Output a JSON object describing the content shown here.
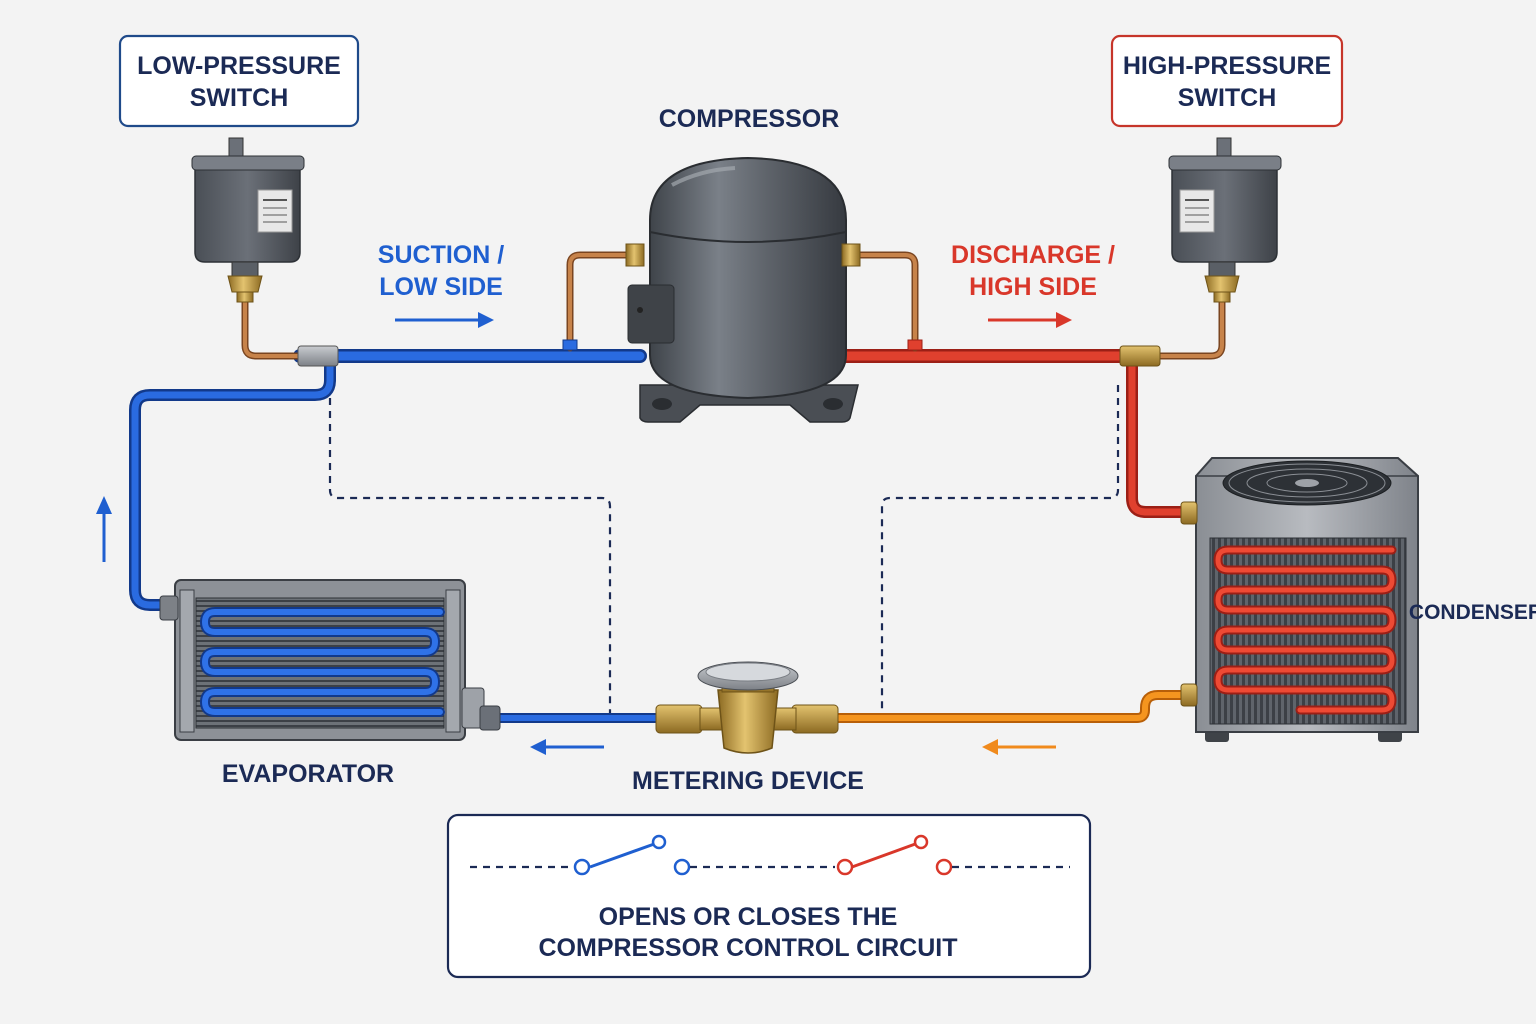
{
  "colors": {
    "background": "#f3f3f3",
    "navy": "#1b2a55",
    "low_side_blue": "#1f5fd0",
    "high_side_red": "#d9372a",
    "liquid_orange": "#f08a1c",
    "copper": "#b8733d",
    "brass": "#c9a24a",
    "component_gray": "#5a5f66"
  },
  "labels": {
    "low_pressure_switch": [
      "LOW-PRESSURE",
      "SWITCH"
    ],
    "high_pressure_switch": [
      "HIGH-PRESSURE",
      "SWITCH"
    ],
    "compressor": "COMPRESSOR",
    "suction": [
      "SUCTION /",
      "LOW SIDE"
    ],
    "discharge": [
      "DISCHARGE /",
      "HIGH SIDE"
    ],
    "evaporator": "EVAPORATOR",
    "condenser": "CONDENSER",
    "metering_device": "METERING DEVICE"
  },
  "legend": {
    "caption": [
      "OPENS OR CLOSES THE",
      "COMPRESSOR CONTROL CIRCUIT"
    ]
  },
  "icons": {
    "low_pressure_switch": "pressure-switch-icon",
    "high_pressure_switch": "pressure-switch-icon",
    "compressor": "hermetic-compressor-icon",
    "evaporator": "coil-heat-exchanger-icon",
    "condenser": "condensing-unit-fan-icon",
    "metering_device": "expansion-valve-icon",
    "flow_arrows": "arrow-icon"
  }
}
